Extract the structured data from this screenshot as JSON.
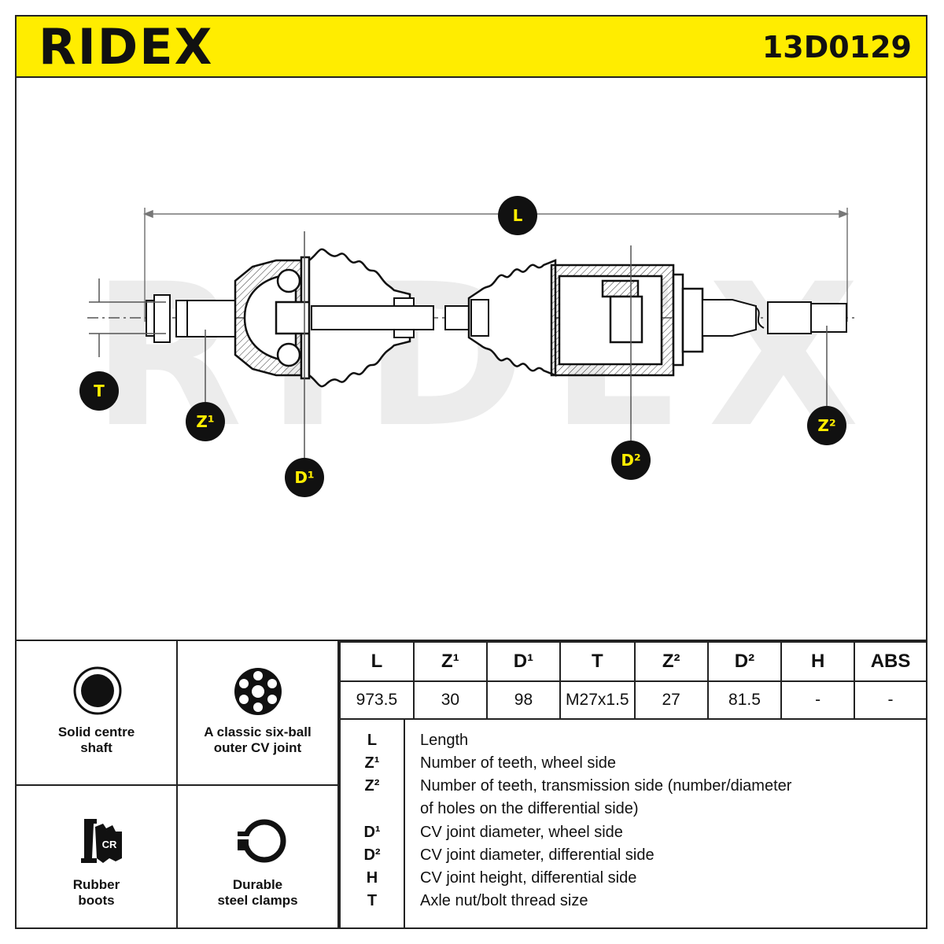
{
  "header": {
    "brand": "RIDEX",
    "part_number": "13D0129",
    "accent_color": "#ffed00"
  },
  "drawing": {
    "watermark": "RIDEX",
    "callouts": [
      "L",
      "T",
      "Z¹",
      "D¹",
      "D²",
      "Z²"
    ]
  },
  "features": [
    {
      "label": "Solid centre\nshaft",
      "icon": "solid-shaft-icon"
    },
    {
      "label": "A classic six-ball\nouter CV joint",
      "icon": "six-ball-joint-icon"
    },
    {
      "label": "Rubber\nboots",
      "icon": "rubber-boot-icon",
      "badge": "CR"
    },
    {
      "label": "Durable\nsteel clamps",
      "icon": "steel-clamp-icon"
    }
  ],
  "spec_table": {
    "headers": [
      "L",
      "Z¹",
      "D¹",
      "T",
      "Z²",
      "D²",
      "H",
      "ABS"
    ],
    "values": [
      "973.5",
      "30",
      "98",
      "M27x1.5",
      "27",
      "81.5",
      "-",
      "-"
    ]
  },
  "legend": [
    {
      "key": "L",
      "text": "Length"
    },
    {
      "key": "Z¹",
      "text": "Number of teeth, wheel side"
    },
    {
      "key": "Z²",
      "text": "Number of teeth, transmission side (number/diameter"
    },
    {
      "key": "",
      "text": "of holes on the differential side)"
    },
    {
      "key": "D¹",
      "text": "CV joint diameter, wheel side"
    },
    {
      "key": "D²",
      "text": "CV joint diameter, differential side"
    },
    {
      "key": "H",
      "text": "CV joint height, differential side"
    },
    {
      "key": "T",
      "text": "Axle nut/bolt thread size"
    }
  ]
}
